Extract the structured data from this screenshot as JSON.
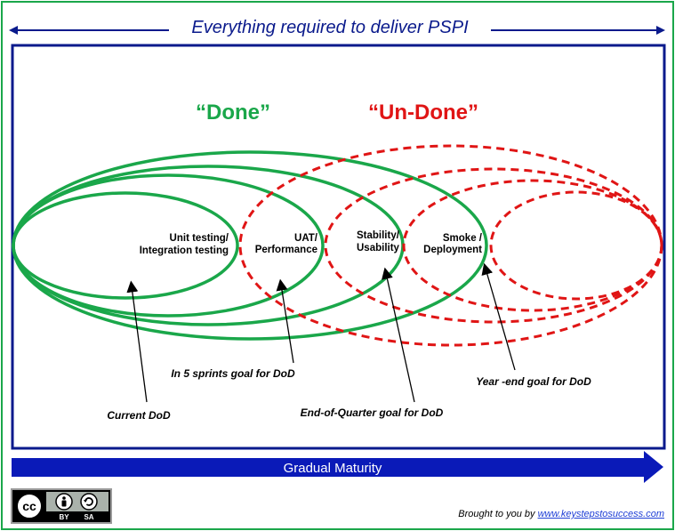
{
  "header": {
    "title": "Everything required to deliver PSPI"
  },
  "groups": {
    "done": "“Done”",
    "undone": "“Un-Done”"
  },
  "stages": [
    {
      "line1": "Unit testing/",
      "line2": "Integration testing"
    },
    {
      "line1": "UAT/",
      "line2": "Performance"
    },
    {
      "line1": "Stability/",
      "line2": "Usability"
    },
    {
      "line1": "Smoke /",
      "line2": "Deployment"
    }
  ],
  "annotations": [
    {
      "text": "Current DoD"
    },
    {
      "text": "In 5 sprints  goal for DoD"
    },
    {
      "text": "End-of-Quarter  goal for DoD"
    },
    {
      "text": "Year -end goal for DoD"
    }
  ],
  "footer": {
    "maturity_label": "Gradual Maturity",
    "credit_prefix": "Brought to you by ",
    "credit_link": "www.keystepstosuccess.com",
    "license": {
      "by": "BY",
      "sa": "SA",
      "cc": "cc"
    }
  },
  "colors": {
    "frame": "#1aa74a",
    "done": "#1aa74a",
    "undone": "#e01515",
    "navy": "#0a1a8c",
    "arrow_bar": "#0a1ab8"
  }
}
